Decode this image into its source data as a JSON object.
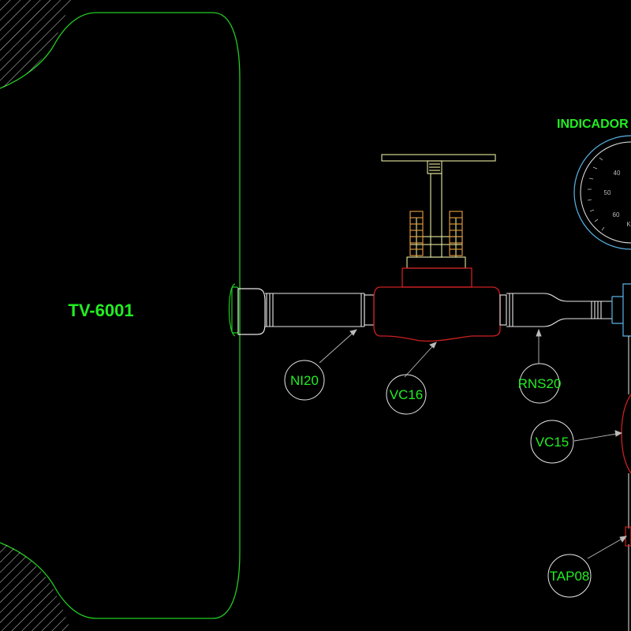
{
  "vessel": {
    "tag": "TV-6001"
  },
  "gauge": {
    "label": "INDICADOR",
    "scale": [
      "40",
      "50",
      "60"
    ],
    "unit": "K"
  },
  "callouts": [
    {
      "id": "ni20",
      "label": "NI20"
    },
    {
      "id": "vc16",
      "label": "VC16"
    },
    {
      "id": "rns20",
      "label": "RNS20"
    },
    {
      "id": "vc15",
      "label": "VC15"
    },
    {
      "id": "tap08",
      "label": "TAP08"
    }
  ],
  "colors": {
    "background": "#000000",
    "text": "#22ee22",
    "vessel_outline": "#22cc22",
    "pipe": "#e8e8e8",
    "valve_body": "#cc2020",
    "valve_stem": "#e8e8a0",
    "gauge_ring": "#5ab4e6",
    "hatch": "#d0d0d0"
  }
}
